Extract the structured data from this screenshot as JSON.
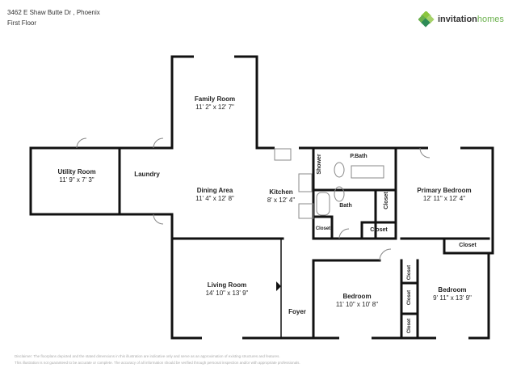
{
  "header": {
    "address": "3462 E Shaw Butte Dr , Phoenix",
    "floor": "First Floor"
  },
  "logo": {
    "word1": "invitation",
    "word2": "homes",
    "accent": "#6ab04c"
  },
  "rooms": {
    "family": {
      "name": "Family Room",
      "dims": "11' 2\" x 12' 7\""
    },
    "utility": {
      "name": "Utility Room",
      "dims": "11' 9\" x 7' 3\""
    },
    "laundry": {
      "name": "Laundry"
    },
    "dining": {
      "name": "Dining Area",
      "dims": "11' 4\" x 12' 8\""
    },
    "kitchen": {
      "name": "Kitchen",
      "dims": "8' x 12' 4\""
    },
    "shower": {
      "name": "Shower"
    },
    "pbath": {
      "name": "P.Bath"
    },
    "bath": {
      "name": "Bath"
    },
    "primary": {
      "name": "Primary Bedroom",
      "dims": "12' 11\" x 12' 4\""
    },
    "living": {
      "name": "Living Room",
      "dims": "14' 10\" x 13' 9\""
    },
    "foyer": {
      "name": "Foyer"
    },
    "bedroom1": {
      "name": "Bedroom",
      "dims": "11' 10\" x 10' 8\""
    },
    "bedroom2": {
      "name": "Bedroom",
      "dims": "9' 11\" x 13' 9\""
    },
    "closet": "Closet"
  },
  "disclaimer": {
    "line1": "Disclaimer: The floorplans depicted and the stated dimensions in this illustration are indicative only and serve as an approximation of existing structures and features.",
    "line2": "This illustration is not guaranteed to be accurate or complete. The accuracy of all information should be verified through personal inspection and/or with appropriate professionals."
  }
}
